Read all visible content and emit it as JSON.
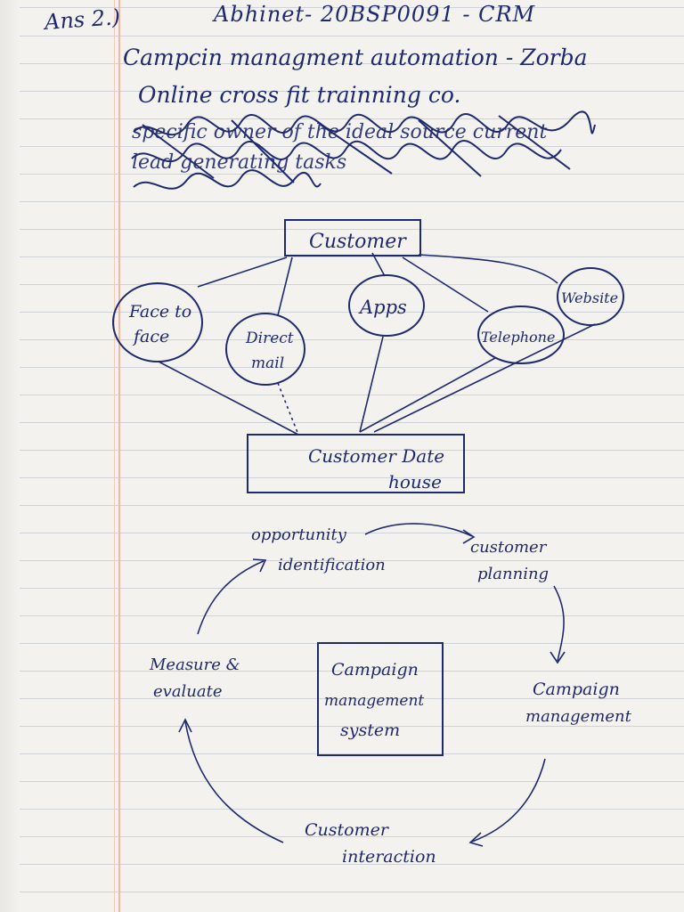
{
  "header": {
    "line1_prefix": "Ans 2.)",
    "line1_name": "Abhinet- 20BSP0091 - CRM",
    "line2": "Campcin managment automation - Zorba",
    "line3": "Online cross fit trainning co."
  },
  "scratched_note": "specific owner of the ideal source current lead generating tasks",
  "diagram1": {
    "top": "Customer",
    "channels": [
      {
        "line1": "Face to",
        "line2": "face"
      },
      {
        "line1": "Direct",
        "line2": "mail"
      },
      {
        "line1": "Apps",
        "line2": ""
      },
      {
        "line1": "Telephone",
        "line2": ""
      },
      {
        "line1": "Website",
        "line2": ""
      }
    ],
    "bottom": {
      "line1": "Customer Date",
      "line2": "house"
    }
  },
  "diagram2": {
    "center": {
      "line1": "Campaign",
      "line2": "management",
      "line3": "system"
    },
    "steps": {
      "opportunity": {
        "line1": "opportunity",
        "line2": "identification"
      },
      "planning": {
        "line1": "customer",
        "line2": "planning"
      },
      "campaign": {
        "line1": "Campaign",
        "line2": "management"
      },
      "interaction": {
        "line1": "Customer",
        "line2": "interaction"
      },
      "measure": {
        "line1": "Measure &",
        "line2": "evaluate"
      }
    }
  },
  "colors": {
    "ink": "#1f2a6e",
    "ruling": "#cfd2d8",
    "margin": "#f2b7a0",
    "paper": "#f4f2ee"
  }
}
